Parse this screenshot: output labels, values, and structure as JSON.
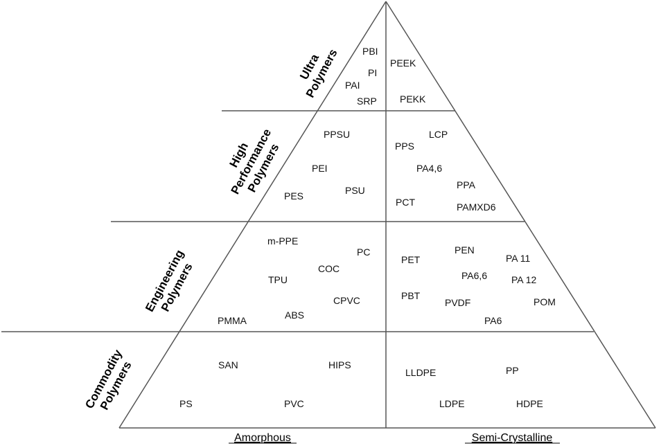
{
  "tiers": [
    {
      "lines": [
        "Ultra",
        "Polymers"
      ]
    },
    {
      "lines": [
        "High",
        "Performance",
        "Polymers"
      ]
    },
    {
      "lines": [
        "Engineering",
        "Polymers"
      ]
    },
    {
      "lines": [
        "Commodity",
        "Polymers"
      ]
    }
  ],
  "columns": {
    "left": "Amorphous",
    "right": "Semi-Crystalline"
  },
  "polymers": {
    "ultra_amorphous": [
      "PBI",
      "PI",
      "PAI",
      "SRP"
    ],
    "ultra_semicrystalline": [
      "PEEK",
      "PEKK"
    ],
    "high_amorphous": [
      "PPSU",
      "PEI",
      "PES",
      "PSU"
    ],
    "high_semicrystalline": [
      "PPS",
      "LCP",
      "PA4,6",
      "PPA",
      "PCT",
      "PAMXD6"
    ],
    "engineering_amorphous": [
      "m-PPE",
      "PC",
      "COC",
      "TPU",
      "CPVC",
      "ABS",
      "PMMA"
    ],
    "engineering_semicrystalline": [
      "PET",
      "PEN",
      "PA 11",
      "PA6,6",
      "PA 12",
      "PBT",
      "PVDF",
      "POM",
      "PA6"
    ],
    "commodity_amorphous": [
      "SAN",
      "HIPS",
      "PS",
      "PVC"
    ],
    "commodity_semicrystalline": [
      "LLDPE",
      "PP",
      "LDPE",
      "HDPE"
    ]
  }
}
